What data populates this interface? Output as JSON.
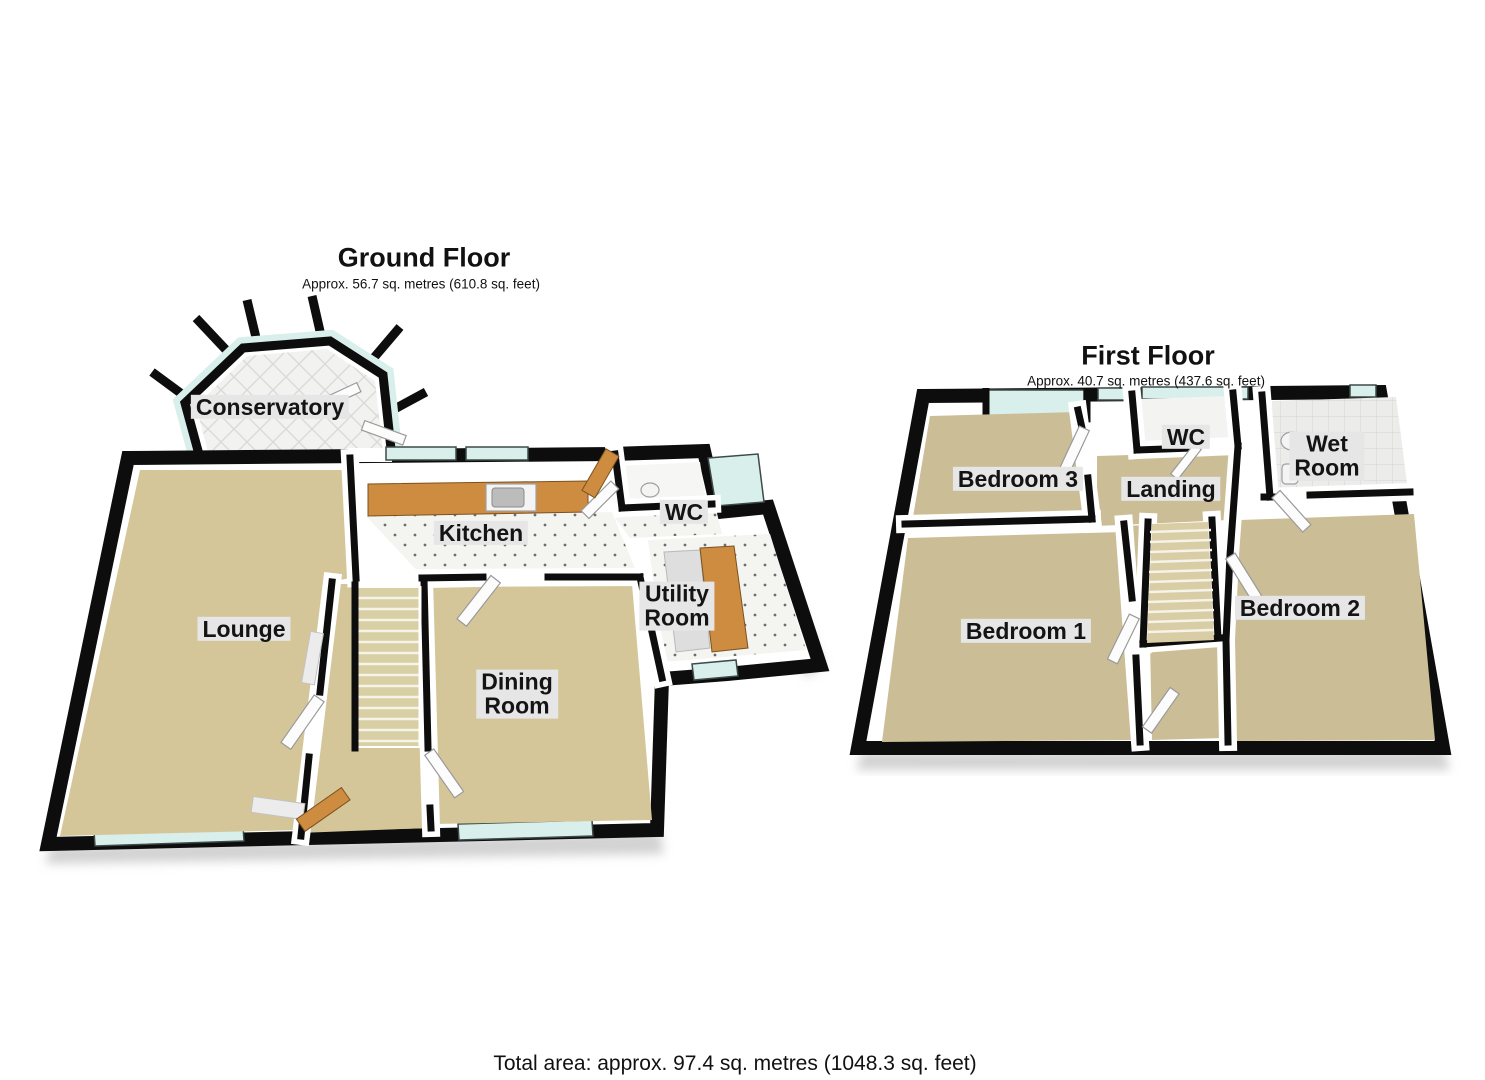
{
  "ground_floor": {
    "title": "Ground Floor",
    "subtitle": "Approx. 56.7 sq. metres (610.8 sq. feet)",
    "rooms": {
      "conservatory": "Conservatory",
      "kitchen": "Kitchen",
      "wc": "WC",
      "utility": "Utility\nRoom",
      "lounge": "Lounge",
      "dining": "Dining\nRoom"
    }
  },
  "first_floor": {
    "title": "First Floor",
    "subtitle": "Approx. 40.7 sq. metres (437.6 sq. feet)",
    "rooms": {
      "bedroom3": "Bedroom 3",
      "wc": "WC",
      "wet_room": "Wet\nRoom",
      "landing": "Landing",
      "bedroom1": "Bedroom 1",
      "bedroom2": "Bedroom 2"
    }
  },
  "footer": {
    "total_area": "Total area: approx. 97.4 sq. metres (1048.3 sq. feet)"
  },
  "colors": {
    "wall": "#0d0d0d",
    "carpet_ground": "#d5c69a",
    "carpet_first": "#cbbd95",
    "wood": "#cd8c40",
    "glass": "#d9efec",
    "label_bg": "#e6e6e6"
  }
}
